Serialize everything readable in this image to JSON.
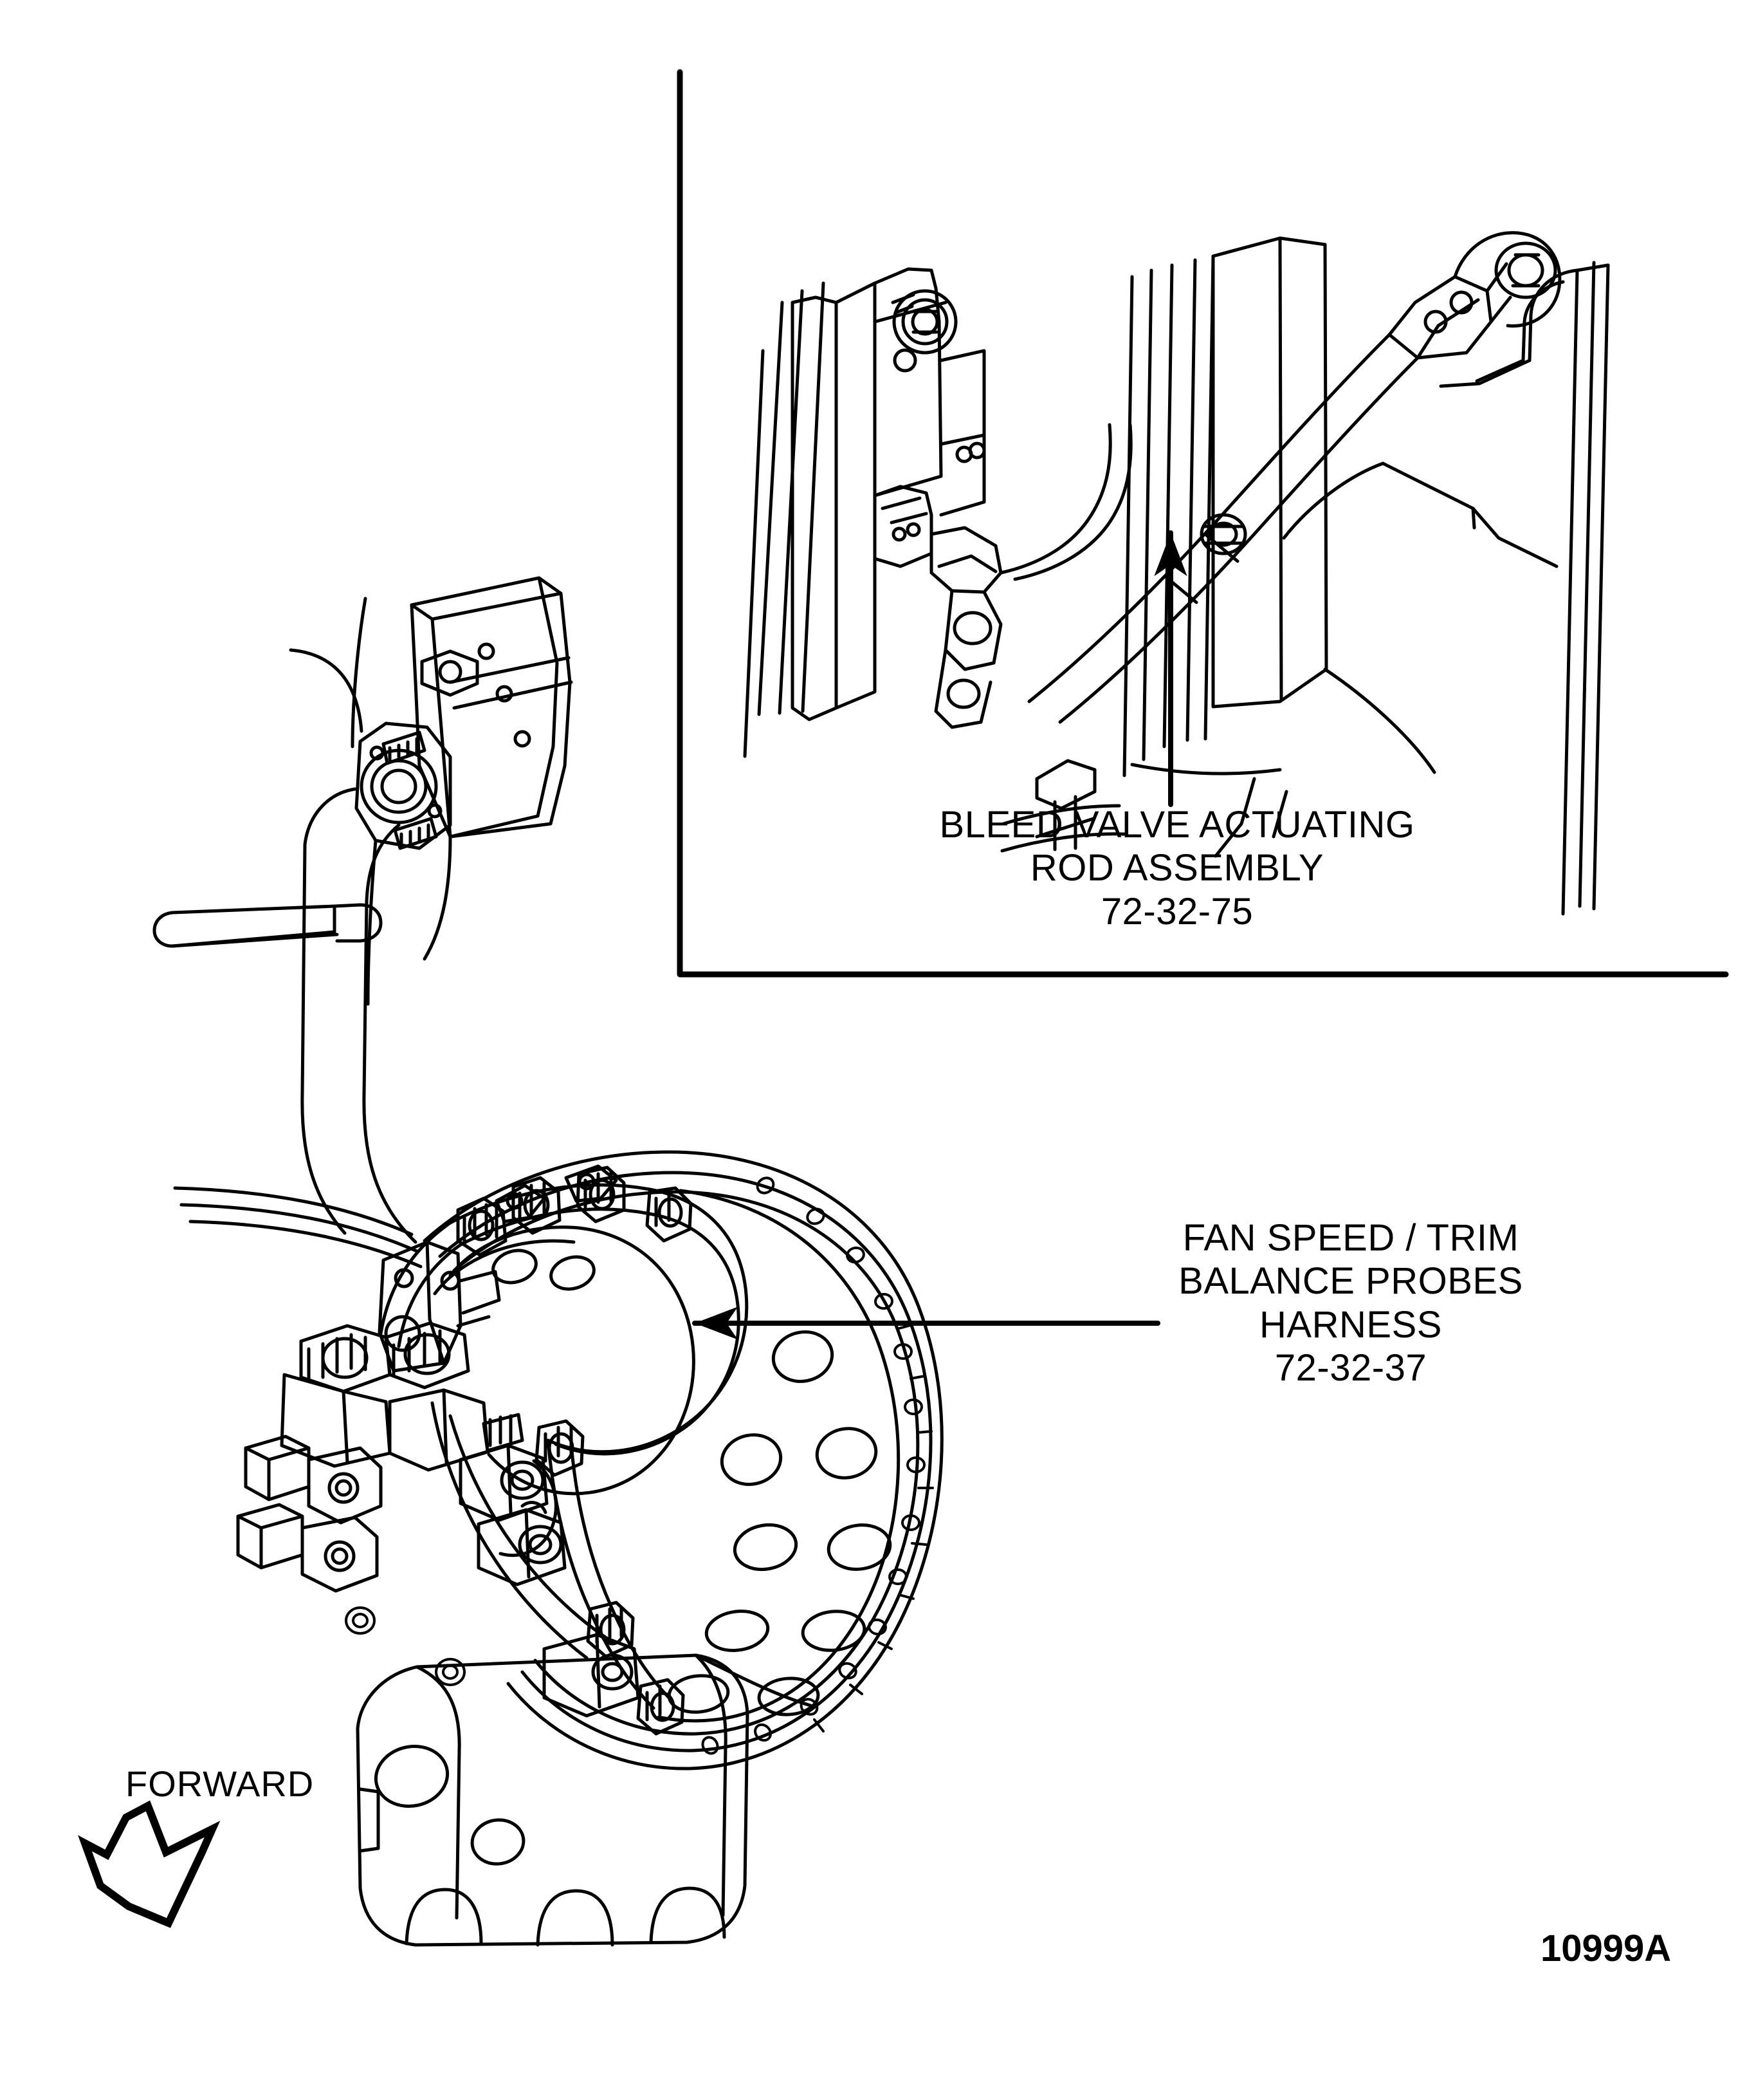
{
  "figure": {
    "id_code": "10999A",
    "orientation_marker": {
      "label": "FORWARD",
      "icon": "arrow-down-left-icon"
    }
  },
  "inset": {
    "name": "detail-view-bleed-valve",
    "border": "left-and-bottom-rule",
    "leader": "vertical-arrow-up",
    "callout": {
      "line1": "BLEED VALVE ACTUATING",
      "line2": "ROD ASSEMBLY",
      "line3": "72-32-75"
    }
  },
  "main_view": {
    "name": "fan-case-assembly",
    "leader": "horizontal-arrow-left",
    "callout": {
      "line1": "FAN SPEED / TRIM",
      "line2": "BALANCE PROBES",
      "line3": "HARNESS",
      "line4": "72-32-37"
    }
  },
  "colors": {
    "ink": "#000000",
    "paper": "#ffffff"
  }
}
